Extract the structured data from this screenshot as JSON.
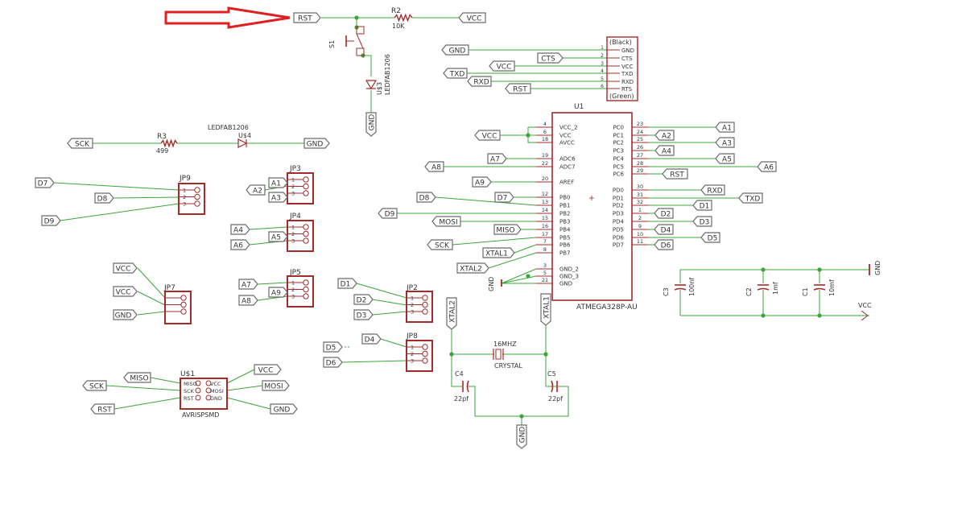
{
  "colors": {
    "wire": "#3aa53a",
    "part": "#a52a2a",
    "label_border": "#6b6b6b",
    "label_fill": "#ffffff",
    "arrow": "#e02020",
    "junction": "#3aa53a",
    "text": "#333333"
  },
  "labels": [
    {
      "id": "rst-top",
      "text": "RST"
    },
    {
      "id": "vcc-top",
      "text": "VCC"
    },
    {
      "id": "gnd-ftdi",
      "text": "GND"
    },
    {
      "id": "cts-ftdi",
      "text": "CTS"
    },
    {
      "id": "vcc-ftdi",
      "text": "VCC"
    },
    {
      "id": "txd-ftdi",
      "text": "TXD"
    },
    {
      "id": "rxd-ftdi",
      "text": "RXD"
    },
    {
      "id": "rst-ftdi",
      "text": "RST"
    },
    {
      "id": "gnd-led",
      "text": "GND"
    },
    {
      "id": "sck-r3",
      "text": "SCK"
    },
    {
      "id": "gnd-u4",
      "text": "GND"
    },
    {
      "id": "d7-jp9",
      "text": "D7"
    },
    {
      "id": "d8-jp9",
      "text": "D8"
    },
    {
      "id": "d9-jp9",
      "text": "D9"
    },
    {
      "id": "a2-jp3",
      "text": "A2"
    },
    {
      "id": "a1-jp3",
      "text": "A1"
    },
    {
      "id": "a3-jp3",
      "text": "A3"
    },
    {
      "id": "a4-jp4",
      "text": "A4"
    },
    {
      "id": "a5-jp4",
      "text": "A5"
    },
    {
      "id": "a6-jp4",
      "text": "A6"
    },
    {
      "id": "a7-jp5",
      "text": "A7"
    },
    {
      "id": "a9-jp5",
      "text": "A9"
    },
    {
      "id": "a8-jp5",
      "text": "A8"
    },
    {
      "id": "vcc1-jp7",
      "text": "VCC"
    },
    {
      "id": "vcc2-jp7",
      "text": "VCC"
    },
    {
      "id": "gnd-jp7",
      "text": "GND"
    },
    {
      "id": "d1-jp2",
      "text": "D1"
    },
    {
      "id": "d2-jp2",
      "text": "D2"
    },
    {
      "id": "d3-jp2",
      "text": "D3"
    },
    {
      "id": "d5-jp8",
      "text": "D5"
    },
    {
      "id": "d4-jp8",
      "text": "D4"
    },
    {
      "id": "d6-jp8",
      "text": "D6"
    },
    {
      "id": "miso-u1",
      "text": "MISO"
    },
    {
      "id": "sck-u1",
      "text": "SCK"
    },
    {
      "id": "rst-u1",
      "text": "RST"
    },
    {
      "id": "vcc-u1",
      "text": "VCC"
    },
    {
      "id": "mosi-u1",
      "text": "MOSI"
    },
    {
      "id": "gnd-u1",
      "text": "GND"
    },
    {
      "id": "vcc-mcu",
      "text": "VCC"
    },
    {
      "id": "a7-mcu",
      "text": "A7"
    },
    {
      "id": "a8-mcu",
      "text": "A8"
    },
    {
      "id": "a9-mcu",
      "text": "A9"
    },
    {
      "id": "d7-mcu",
      "text": "D7"
    },
    {
      "id": "d8-mcu",
      "text": "D8"
    },
    {
      "id": "d9-mcu",
      "text": "D9"
    },
    {
      "id": "mosi-mcu",
      "text": "MOSI"
    },
    {
      "id": "miso-mcu",
      "text": "MISO"
    },
    {
      "id": "sck-mcu",
      "text": "SCK"
    },
    {
      "id": "xtal1-mcu",
      "text": "XTAL1"
    },
    {
      "id": "xtal2-mcu",
      "text": "XTAL2"
    },
    {
      "id": "a1-mcu",
      "text": "A1"
    },
    {
      "id": "a2-mcu",
      "text": "A2"
    },
    {
      "id": "a3-mcu",
      "text": "A3"
    },
    {
      "id": "a4-mcu",
      "text": "A4"
    },
    {
      "id": "a5-mcu",
      "text": "A5"
    },
    {
      "id": "a6-mcu",
      "text": "A6"
    },
    {
      "id": "rst-mcu",
      "text": "RST"
    },
    {
      "id": "rxd-mcu",
      "text": "RXD"
    },
    {
      "id": "txd-mcu",
      "text": "TXD"
    },
    {
      "id": "d1-mcu",
      "text": "D1"
    },
    {
      "id": "d2-mcu",
      "text": "D2"
    },
    {
      "id": "d3-mcu",
      "text": "D3"
    },
    {
      "id": "d4-mcu",
      "text": "D4"
    },
    {
      "id": "d5-mcu",
      "text": "D5"
    },
    {
      "id": "d6-mcu",
      "text": "D6"
    },
    {
      "id": "xtal2-v",
      "text": "XTAL2"
    },
    {
      "id": "xtal1-v",
      "text": "XTAL1"
    },
    {
      "id": "gnd-xtal",
      "text": "GND"
    },
    {
      "id": "gnd-caps",
      "text": "GND"
    },
    {
      "id": "gnd-mcu-v",
      "text": "GND"
    }
  ],
  "texts": {
    "r2_name": "R2",
    "r2_value": "10K",
    "s1_name": "S1",
    "u3_name": "U$3",
    "u3_value": "LEDFAB1206",
    "r3_name": "R3",
    "r3_value": "499",
    "u4_value": "LEDFAB1206",
    "u4_name": "U$4",
    "ftdi_black": "(Black)",
    "ftdi_green": "(Green)",
    "ftdi_pins": [
      "GND",
      "CTS",
      "VCC",
      "TXD",
      "RXD",
      "RTS"
    ],
    "ftdi_nums": [
      "1",
      "2",
      "3",
      "4",
      "5",
      "6"
    ],
    "jp9": "JP9",
    "jp3": "JP3",
    "jp4": "JP4",
    "jp5": "JP5",
    "jp7": "JP7",
    "jp2": "JP2",
    "jp8": "JP8",
    "u_s1_name": "U$1",
    "u_s1_value": "AVRISPSMD",
    "isp_left": [
      "MISO",
      "SCK",
      "RST"
    ],
    "isp_right": [
      "VCC",
      "MOSI",
      "GND"
    ],
    "u1_name": "U1",
    "u1_value": "ATMEGA328P-AU",
    "mcu_left_pins": [
      [
        "4",
        "VCC_2"
      ],
      [
        "6",
        "VCC"
      ],
      [
        "18",
        "AVCC"
      ],
      [
        "19",
        "ADC6"
      ],
      [
        "22",
        "ADC7"
      ],
      [
        "20",
        "AREF"
      ],
      [
        "12",
        "PB0"
      ],
      [
        "13",
        "PB1"
      ],
      [
        "14",
        "PB2"
      ],
      [
        "15",
        "PB3"
      ],
      [
        "16",
        "PB4"
      ],
      [
        "17",
        "PB5"
      ],
      [
        "7",
        "PB6"
      ],
      [
        "8",
        "PB7"
      ],
      [
        "3",
        "GND_2"
      ],
      [
        "5",
        "GND_3"
      ],
      [
        "21",
        "GND"
      ]
    ],
    "mcu_right_pins": [
      [
        "23",
        "PC0"
      ],
      [
        "24",
        "PC1"
      ],
      [
        "25",
        "PC2"
      ],
      [
        "26",
        "PC3"
      ],
      [
        "27",
        "PC4"
      ],
      [
        "28",
        "PC5"
      ],
      [
        "29",
        "PC6"
      ],
      [
        "30",
        "PD0"
      ],
      [
        "31",
        "PD1"
      ],
      [
        "32",
        "PD2"
      ],
      [
        "1",
        "PD3"
      ],
      [
        "2",
        "PD4"
      ],
      [
        "9",
        "PD5"
      ],
      [
        "10",
        "PD6"
      ],
      [
        "11",
        "PD7"
      ]
    ],
    "crystal_value": "16MHZ",
    "crystal_name": "CRYSTAL",
    "c4_name": "C4",
    "c4_value": "22pf",
    "c5_name": "C5",
    "c5_value": "22pf",
    "c3_name": "C3",
    "c3_value": "100nf",
    "c2_name": "C2",
    "c2_value": "1mf",
    "c1_name": "C1",
    "c1_value": "10mf",
    "vcc_caps": "VCC"
  }
}
